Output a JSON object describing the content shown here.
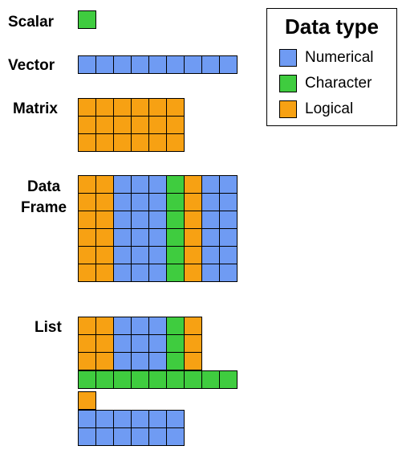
{
  "colors": {
    "numerical": "#6f9bf3",
    "character": "#3fcc3f",
    "logical": "#f7a113"
  },
  "labels": {
    "scalar": "Scalar",
    "vector": "Vector",
    "matrix": "Matrix",
    "data_frame_line1": "Data",
    "data_frame_line2": "Frame",
    "list": "List"
  },
  "legend": {
    "title": "Data type",
    "entries": [
      {
        "type": "numerical",
        "label": "Numerical"
      },
      {
        "type": "character",
        "label": "Character"
      },
      {
        "type": "logical",
        "label": "Logical"
      }
    ]
  },
  "structures": [
    {
      "name": "scalar",
      "cells": [
        [
          "C"
        ]
      ]
    },
    {
      "name": "vector",
      "cells": [
        [
          "N",
          "N",
          "N",
          "N",
          "N",
          "N",
          "N",
          "N",
          "N"
        ]
      ]
    },
    {
      "name": "matrix",
      "cells": [
        [
          "L",
          "L",
          "L",
          "L",
          "L",
          "L"
        ],
        [
          "L",
          "L",
          "L",
          "L",
          "L",
          "L"
        ],
        [
          "L",
          "L",
          "L",
          "L",
          "L",
          "L"
        ]
      ]
    },
    {
      "name": "data-frame",
      "cells": [
        [
          "L",
          "L",
          "N",
          "N",
          "N",
          "C",
          "L",
          "N",
          "N"
        ],
        [
          "L",
          "L",
          "N",
          "N",
          "N",
          "C",
          "L",
          "N",
          "N"
        ],
        [
          "L",
          "L",
          "N",
          "N",
          "N",
          "C",
          "L",
          "N",
          "N"
        ],
        [
          "L",
          "L",
          "N",
          "N",
          "N",
          "C",
          "L",
          "N",
          "N"
        ],
        [
          "L",
          "L",
          "N",
          "N",
          "N",
          "C",
          "L",
          "N",
          "N"
        ],
        [
          "L",
          "L",
          "N",
          "N",
          "N",
          "C",
          "L",
          "N",
          "N"
        ]
      ]
    },
    {
      "name": "list-element-frame",
      "cells": [
        [
          "L",
          "L",
          "N",
          "N",
          "N",
          "C",
          "L"
        ],
        [
          "L",
          "L",
          "N",
          "N",
          "N",
          "C",
          "L"
        ],
        [
          "L",
          "L",
          "N",
          "N",
          "N",
          "C",
          "L"
        ]
      ]
    },
    {
      "name": "list-element-vector",
      "cells": [
        [
          "C",
          "C",
          "C",
          "C",
          "C",
          "C",
          "C",
          "C",
          "C"
        ]
      ]
    },
    {
      "name": "list-element-scalar",
      "cells": [
        [
          "L"
        ]
      ]
    },
    {
      "name": "list-element-matrix",
      "cells": [
        [
          "N",
          "N",
          "N",
          "N",
          "N",
          "N"
        ],
        [
          "N",
          "N",
          "N",
          "N",
          "N",
          "N"
        ]
      ]
    }
  ]
}
